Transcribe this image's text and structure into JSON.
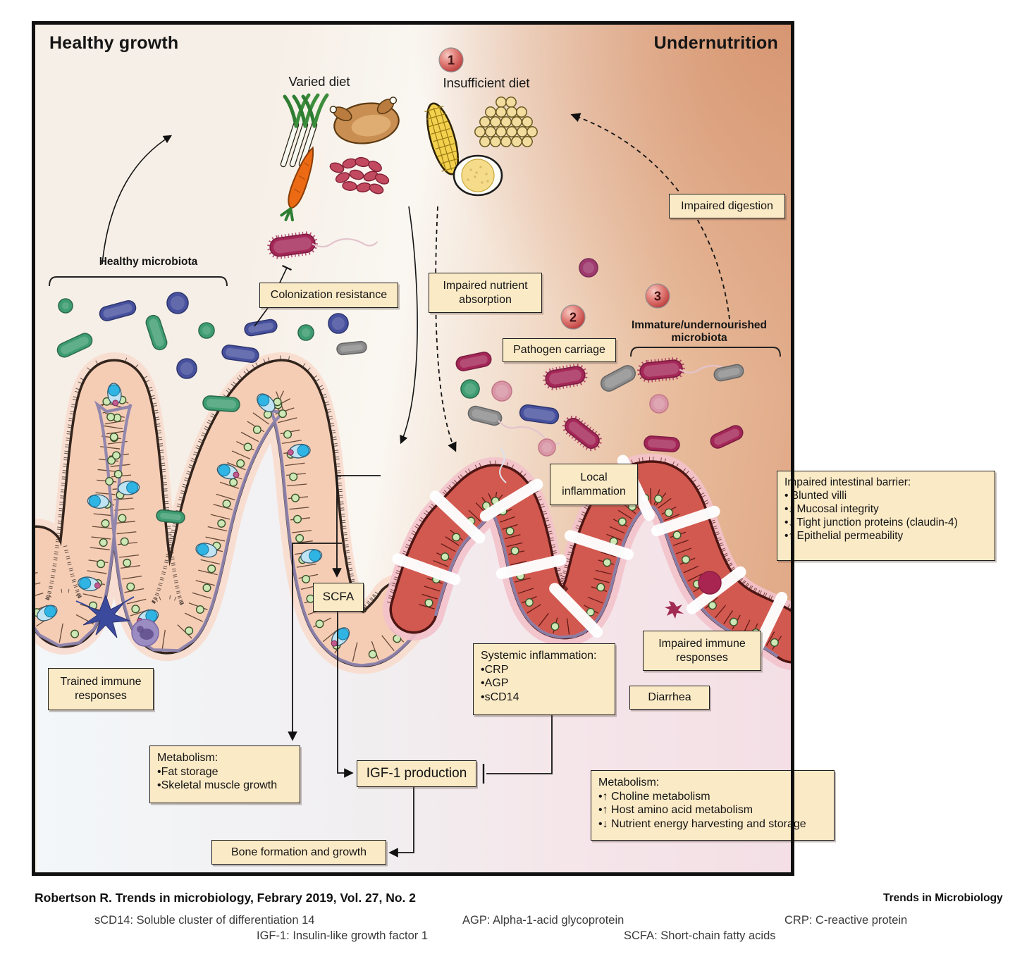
{
  "figure": {
    "left_title": "Healthy growth",
    "right_title": "Undernutrition",
    "varied_diet": "Varied diet",
    "insufficient_diet": "Insufficient diet",
    "healthy_microbiota": "Healthy microbiota",
    "immature_line1": "Immature/undernourished",
    "immature_line2": "microbiota",
    "steps": [
      "1",
      "2",
      "3"
    ]
  },
  "boxes": {
    "colonization": "Colonization resistance",
    "impaired_nutrient_1": "Impaired nutrient",
    "impaired_nutrient_2": "absorption",
    "impaired_digestion": "Impaired digestion",
    "pathogen_carriage": "Pathogen carriage",
    "local_1": "Local",
    "local_2": "inflammation",
    "scfa": "SCFA",
    "trained_1": "Trained immune",
    "trained_2": "responses",
    "impaired_immune_1": "Impaired immune",
    "impaired_immune_2": "responses",
    "diarrhea": "Diarrhea",
    "igf1": "IGF-1 production",
    "bone": "Bone formation and growth",
    "barrier": {
      "title": "Impaired intestinal barrier:",
      "items": [
        "• Blunted villi",
        "•↓ Mucosal integrity",
        "•↓ Tight junction proteins (claudin-4)",
        "•↑ Epithelial permeability"
      ]
    },
    "systemic": {
      "title": "Systemic inflammation:",
      "items": [
        "•CRP",
        "•AGP",
        "•sCD14"
      ]
    },
    "metabolism_healthy": {
      "title": "Metabolism:",
      "items": [
        "•Fat storage",
        "•Skeletal muscle growth"
      ]
    },
    "metabolism_under": {
      "title": "Metabolism:",
      "items": [
        "•↑ Choline metabolism",
        "•↑ Host amino acid metabolism",
        "•↓ Nutrient energy harvesting and storage"
      ]
    }
  },
  "footer": {
    "citation": "Robertson R. Trends in microbiology, Febrary 2019, Vol. 27, No. 2",
    "brand": "Trends in Microbiology",
    "legend": [
      "sCD14: Soluble cluster of differentiation 14",
      "AGP: Alpha-1-acid glycoprotein",
      "CRP: C-reactive protein",
      "IGF-1: Insulin-like growth factor 1",
      "SCFA: Short-chain fatty acids"
    ]
  },
  "colors": {
    "box_fill": "#FBEAC6",
    "box_border": "#1F1F1F",
    "healthy_cell": "#F5CDB5",
    "damaged_cell": "#D2594F",
    "goblet_blue": "#2FB4E4",
    "nucleus_green": "#CDE8B5",
    "basement_purple": "#8D83AD",
    "pathogen_crimson": "#A42757",
    "microbe_green": "#3F9D72",
    "microbe_blue": "#47519E",
    "step_badge_red": "#B52C2C"
  },
  "icons": {
    "step-1-badge": "red-sphere-numbered",
    "step-2-badge": "red-sphere-numbered",
    "step-3-badge": "red-sphere-numbered",
    "arrowhead": "black-triangle",
    "inhibition": "t-bar",
    "bracket": "down-open-bracket"
  }
}
